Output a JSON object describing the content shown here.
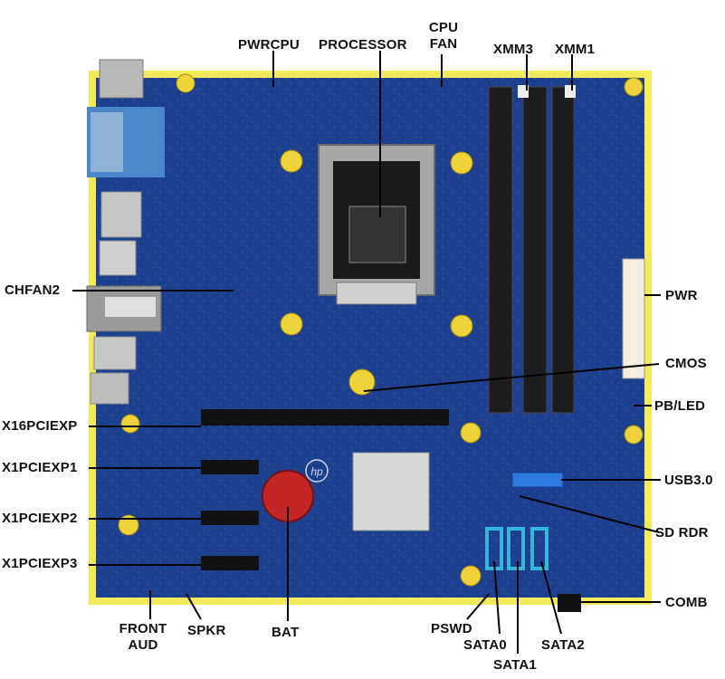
{
  "diagram": {
    "component": "motherboard",
    "brand_mark": "hp",
    "colors": {
      "pcb": "#1d3f8f",
      "pcb_border": "#f2ea5a",
      "leader_line": "#000000",
      "sata": "#36b6d8",
      "usb3": "#2e7be0"
    },
    "labels": {
      "pwrcpu": "PWRCPU",
      "processor": "PROCESSOR",
      "cpu_fan_line1": "CPU",
      "cpu_fan_line2": "FAN",
      "xmm3": "XMM3",
      "xmm1": "XMM1",
      "chfan2": "CHFAN2",
      "pwr": "PWR",
      "cmos": "CMOS",
      "pb_led": "PB/LED",
      "x16pciexp": "X16PCIEXP",
      "x1pciexp1": "X1PCIEXP1",
      "usb30": "USB3.0",
      "x1pciexp2": "X1PCIEXP2",
      "sd_rdr": "SD RDR",
      "x1pciexp3": "X1PCIEXP3",
      "comb": "COMB",
      "front_aud_line1": "FRONT",
      "front_aud_line2": "AUD",
      "spkr": "SPKR",
      "bat": "BAT",
      "pswd": "PSWD",
      "sata0": "SATA0",
      "sata2": "SATA2",
      "sata1": "SATA1"
    }
  }
}
